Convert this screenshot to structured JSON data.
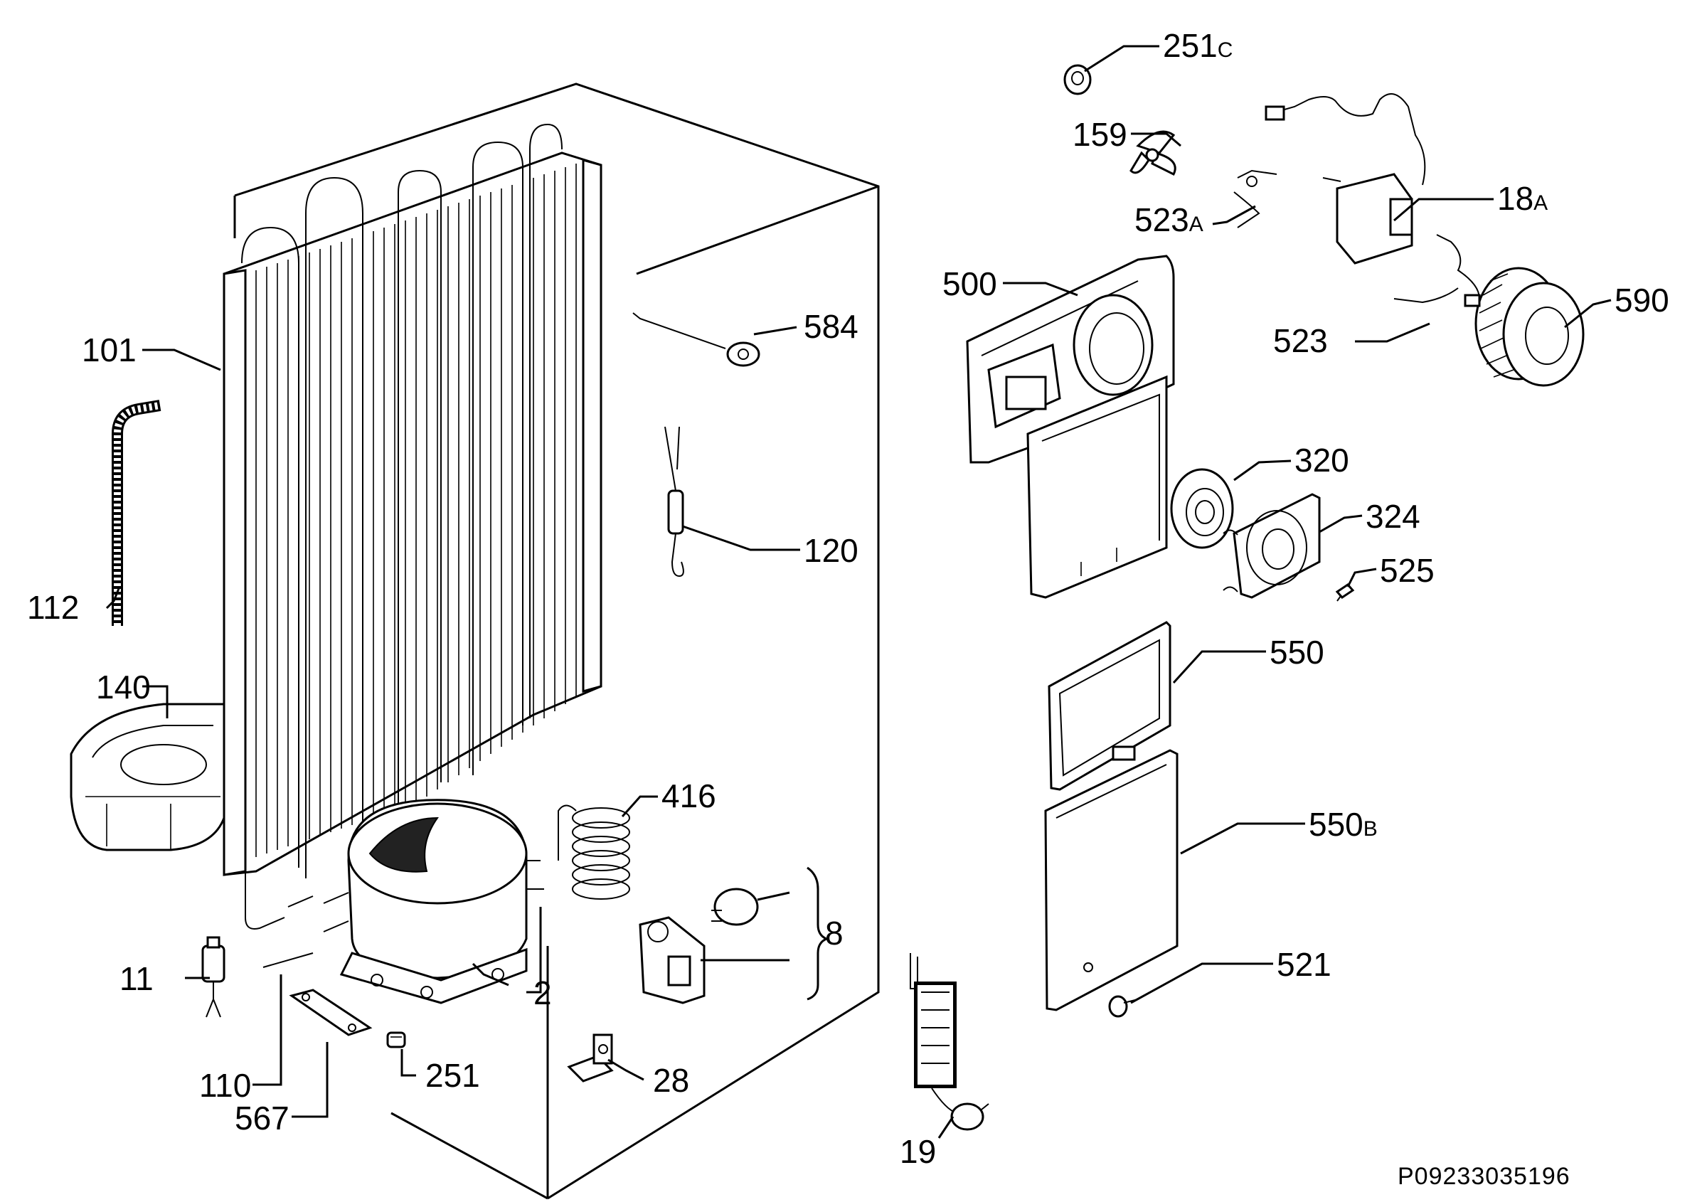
{
  "parts": [
    {
      "num": "251",
      "suffix": "C"
    },
    {
      "num": "159",
      "suffix": ""
    },
    {
      "num": "523",
      "suffix": "A"
    },
    {
      "num": "18",
      "suffix": "A"
    },
    {
      "num": "500",
      "suffix": ""
    },
    {
      "num": "590",
      "suffix": ""
    },
    {
      "num": "523",
      "suffix": ""
    },
    {
      "num": "320",
      "suffix": ""
    },
    {
      "num": "324",
      "suffix": ""
    },
    {
      "num": "525",
      "suffix": ""
    },
    {
      "num": "550",
      "suffix": ""
    },
    {
      "num": "550",
      "suffix": "B"
    },
    {
      "num": "521",
      "suffix": ""
    },
    {
      "num": "19",
      "suffix": ""
    },
    {
      "num": "101",
      "suffix": ""
    },
    {
      "num": "584",
      "suffix": ""
    },
    {
      "num": "112",
      "suffix": ""
    },
    {
      "num": "120",
      "suffix": ""
    },
    {
      "num": "140",
      "suffix": ""
    },
    {
      "num": "416",
      "suffix": ""
    },
    {
      "num": "8",
      "suffix": ""
    },
    {
      "num": "11",
      "suffix": ""
    },
    {
      "num": "2",
      "suffix": ""
    },
    {
      "num": "110",
      "suffix": ""
    },
    {
      "num": "251",
      "suffix": ""
    },
    {
      "num": "28",
      "suffix": ""
    },
    {
      "num": "567",
      "suffix": ""
    }
  ],
  "drawing_code": "P09233035196"
}
